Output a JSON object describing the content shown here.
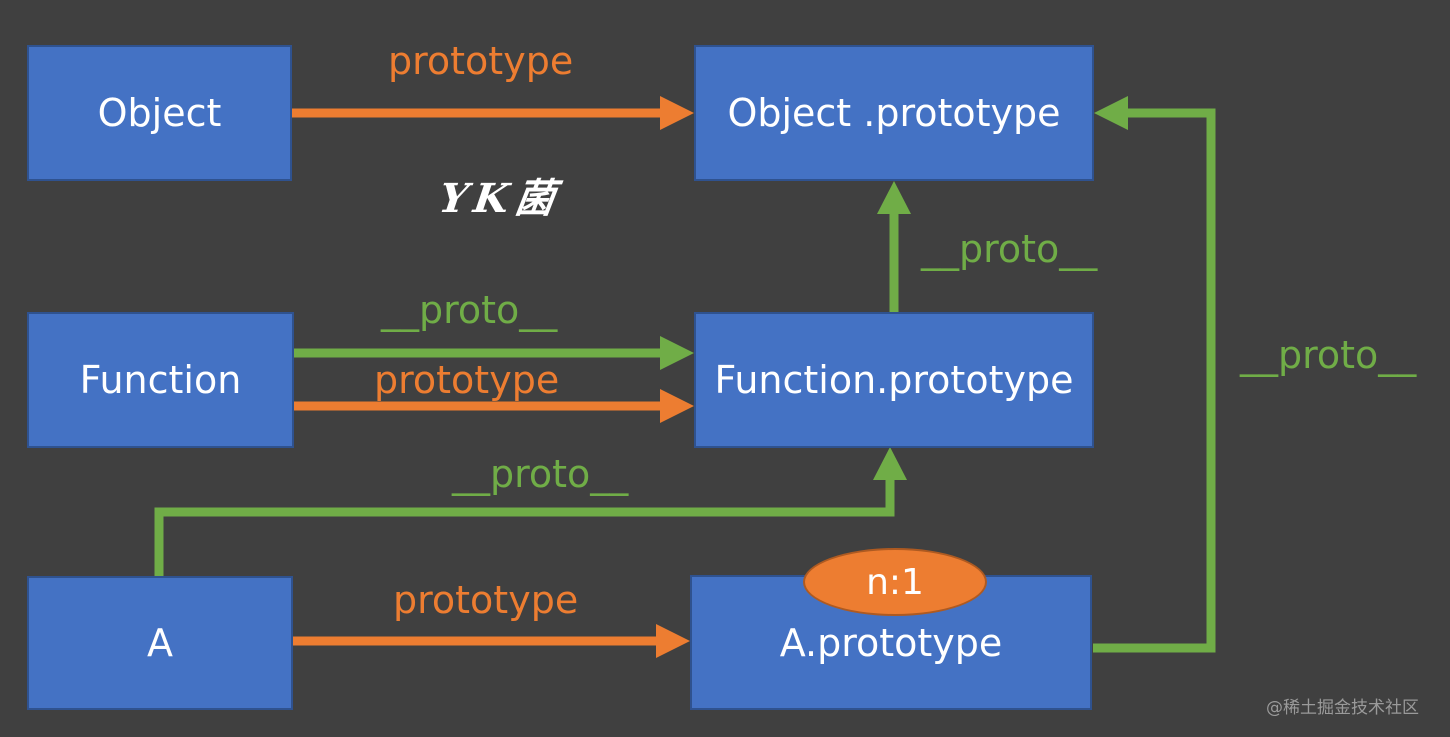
{
  "nodes": {
    "object": "Object",
    "object_prototype": "Object .prototype",
    "function": "Function",
    "function_prototype": "Function.prototype",
    "a": "A",
    "a_prototype": "A.prototype"
  },
  "edges": {
    "object_to_object_prototype": "prototype",
    "function_to_function_prototype_proto": "__proto__",
    "function_to_function_prototype_prototype": "prototype",
    "function_prototype_to_object_prototype": "__proto__",
    "a_to_function_prototype": "__proto__",
    "a_to_a_prototype": "prototype",
    "a_prototype_to_object_prototype": "__proto__"
  },
  "badge": "n:1",
  "signature": "YK菌",
  "watermark": "@稀土掘金技术社区",
  "colors": {
    "background": "#404040",
    "box_fill": "#4472c4",
    "prototype_edge": "#ed7d31",
    "proto_edge": "#70ad47",
    "badge_fill": "#ed7d31"
  }
}
